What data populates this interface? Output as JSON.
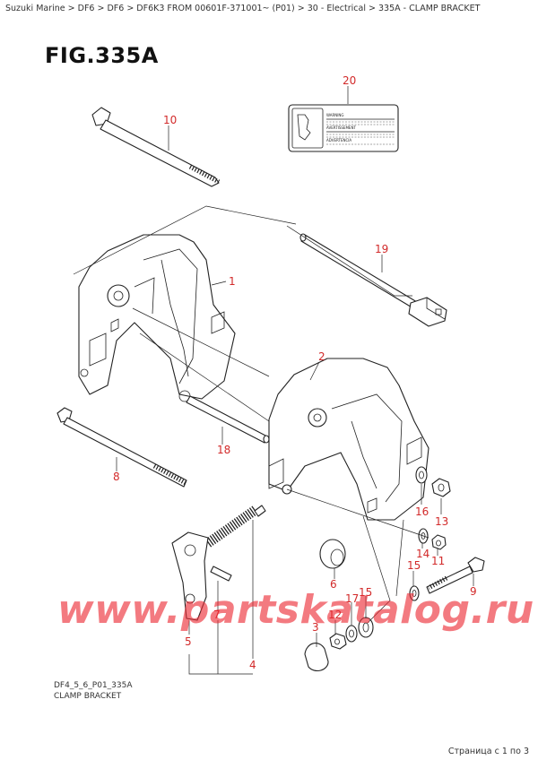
{
  "breadcrumb": "Suzuki Marine > DF6 > DF6 > DF6K3 FROM 00601F-371001~ (P01) > 30 - Electrical > 335A - CLAMP BRACKET",
  "figure_title": "FIG.335A",
  "callouts": {
    "c20": "20",
    "c10": "10",
    "c19": "19",
    "c1": "1",
    "c2": "2",
    "c18": "18",
    "c8": "8",
    "c16": "16",
    "c13": "13",
    "c14": "14",
    "c11": "11",
    "c15a": "15",
    "c9": "9",
    "c6": "6",
    "c17": "17",
    "c15b": "15",
    "c3": "3",
    "c12": "12",
    "c7": "7",
    "c5": "5",
    "c4": "4"
  },
  "warning_label_lines": [
    "WARNING",
    "AVERTISSEMENT",
    "ADVERTENCIA"
  ],
  "watermark": "www.partskatalog.ru",
  "footer": {
    "code": "DF4_5_6_P01_335A",
    "name": "CLAMP BRACKET"
  },
  "page_info": "Страница с 1 по 3",
  "colors": {
    "callout": "#d22a2a",
    "watermark": "#eb2832"
  }
}
